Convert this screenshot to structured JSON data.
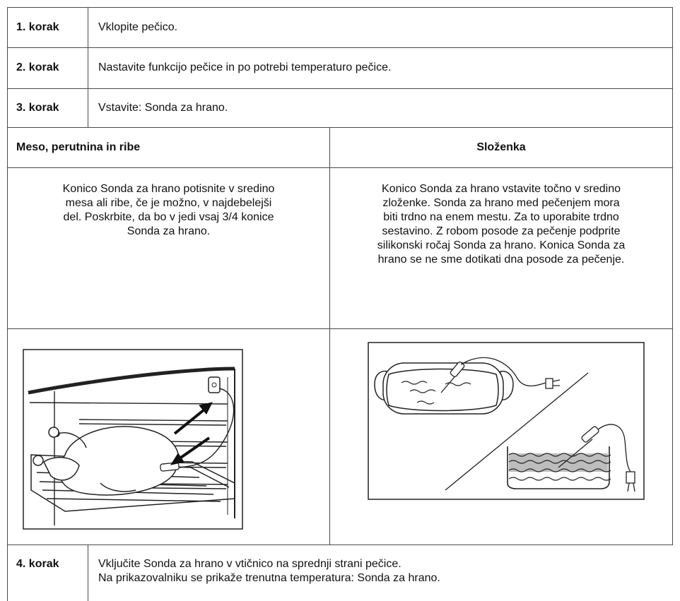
{
  "steps": [
    {
      "label": "1. korak",
      "text": "Vklopite pečico."
    },
    {
      "label": "2. korak",
      "text": "Nastavite funkcijo pečice in po potrebi temperaturo pečice."
    },
    {
      "label": "3. korak",
      "text": "Vstavite: Sonda za hrano."
    }
  ],
  "columns": {
    "left": {
      "header": "Meso, perutnina in ribe",
      "body": "Konico Sonda za hrano potisnite v sredino\nmesa ali ribe, če je možno, v najdebelejši\ndel. Poskrbite, da bo v jedi vsaj 3/4 konice\nSonda za hrano."
    },
    "right": {
      "header": "Složenka",
      "body": "Konico Sonda za hrano vstavite točno v sredino\nzloženke. Sonda za hrano med pečenjem mora\nbiti trdno na enem mestu. Za to uporabite trdno\nsestavino. Z robom posode za pečenje podprite\nsilikonski ročaj Sonda za hrano. Konica Sonda za\nhrano se ne sme dotikati dna posode za pečenje."
    }
  },
  "step4": {
    "label": "4. korak",
    "line1": "Vključite Sonda za hrano v vtičnico na sprednji strani pečice.",
    "line2": "Na prikazovalniku se prikaže trenutna temperatura: Sonda za hrano."
  }
}
